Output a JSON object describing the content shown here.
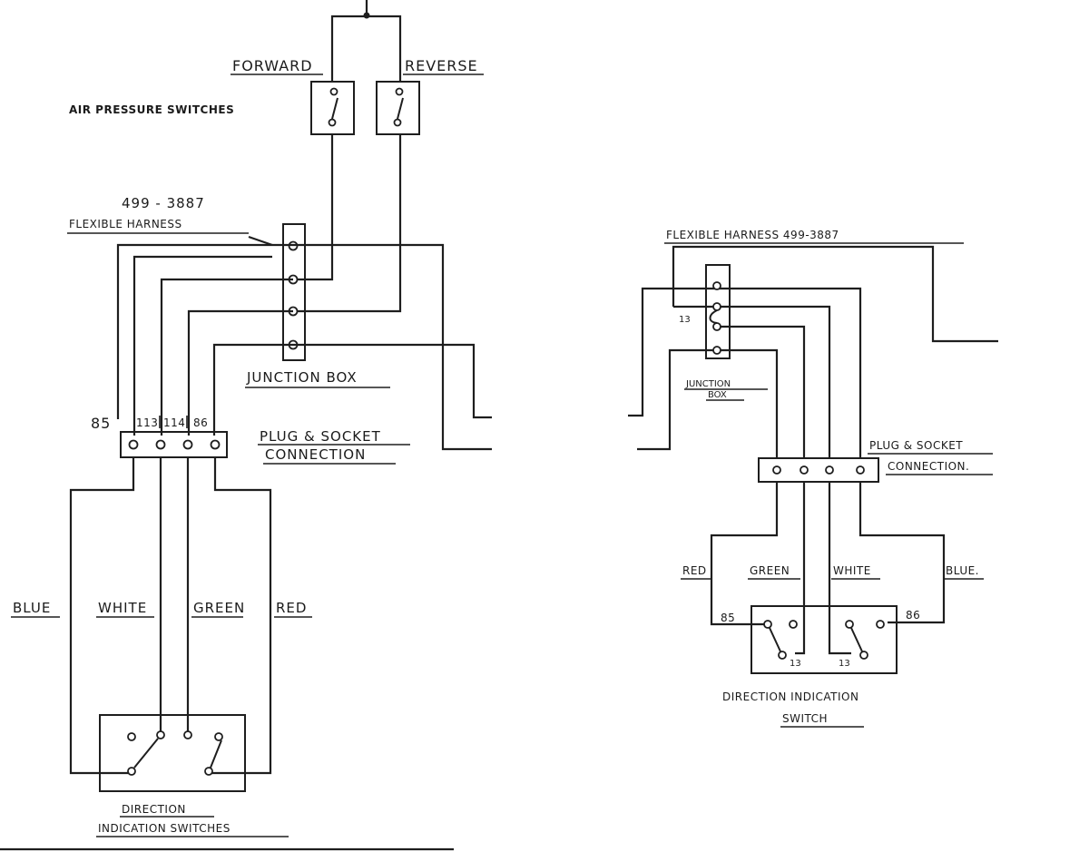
{
  "left_diagram": {
    "forward_label": "FORWARD",
    "reverse_label": "REVERSE",
    "air_switches_label": "AIR PRESSURE SWITCHES",
    "harness_number": "499 - 3887",
    "harness_label": "FLEXIBLE HARNESS",
    "junction_box_label": "JUNCTION BOX",
    "plug_label_line1": "PLUG & SOCKET",
    "plug_label_line2": "CONNECTION",
    "pin_labels": [
      "85",
      "113",
      "114",
      "86"
    ],
    "wire_labels": [
      "BLUE",
      "WHITE",
      "GREEN",
      "RED"
    ],
    "switch_label_line1": "DIRECTION",
    "switch_label_line2": "INDICATION SWITCHES"
  },
  "right_diagram": {
    "harness_label": "FLEXIBLE HARNESS 499-3887",
    "junction_box_line1": "JUNCTION",
    "junction_box_line2": "BOX",
    "junction_pin_label": "13",
    "plug_label_line1": "PLUG & SOCKET",
    "plug_label_line2": "CONNECTION.",
    "wire_labels": [
      "RED",
      "GREEN",
      "WHITE",
      "BLUE."
    ],
    "switch_pin_left": "85",
    "switch_pin_right": "86",
    "switch_inner_pin_a": "13",
    "switch_inner_pin_b": "13",
    "switch_label_line1": "DIRECTION INDICATION",
    "switch_label_line2": "SWITCH"
  }
}
